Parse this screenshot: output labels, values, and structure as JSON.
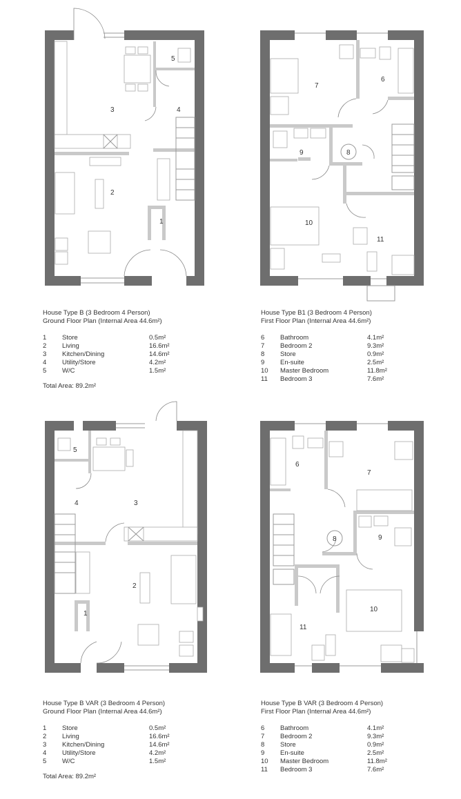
{
  "plans": [
    {
      "title": "House Type B (3 Bedroom 4 Person)",
      "subtitle": "Ground Floor Plan (Internal Area 44.6m²)",
      "rooms": [
        {
          "num": "1",
          "name": "Store",
          "area": "0.5m²"
        },
        {
          "num": "2",
          "name": "Living",
          "area": "16.6m²"
        },
        {
          "num": "3",
          "name": "Kitchen/Dining",
          "area": "14.6m²"
        },
        {
          "num": "4",
          "name": "Utility/Store",
          "area": "4.2m²"
        },
        {
          "num": "5",
          "name": "W/C",
          "area": "1.5m²"
        }
      ],
      "total": "Total Area: 89.2m²",
      "labels": [
        "1",
        "2",
        "3",
        "4",
        "5"
      ]
    },
    {
      "title": "House Type B1 (3 Bedroom 4 Person)",
      "subtitle": "First Floor Plan (Internal Area 44.6m²)",
      "rooms": [
        {
          "num": "6",
          "name": "Bathroom",
          "area": "4.1m²"
        },
        {
          "num": "7",
          "name": "Bedroom 2",
          "area": "9.3m²"
        },
        {
          "num": "8",
          "name": "Store",
          "area": "0.9m²"
        },
        {
          "num": "9",
          "name": "En-suite",
          "area": "2.5m²"
        },
        {
          "num": "10",
          "name": "Master Bedroom",
          "area": "11.8m²"
        },
        {
          "num": "11",
          "name": "Bedroom 3",
          "area": "7.6m²"
        }
      ],
      "labels": [
        "6",
        "7",
        "8",
        "9",
        "10",
        "11"
      ]
    },
    {
      "title": "House Type B VAR (3 Bedroom 4 Person)",
      "subtitle": "Ground Floor Plan (Internal Area 44.6m²)",
      "rooms": [
        {
          "num": "1",
          "name": "Store",
          "area": "0.5m²"
        },
        {
          "num": "2",
          "name": "Living",
          "area": "16.6m²"
        },
        {
          "num": "3",
          "name": "Kitchen/Dining",
          "area": "14.6m²"
        },
        {
          "num": "4",
          "name": "Utility/Store",
          "area": "4.2m²"
        },
        {
          "num": "5",
          "name": "W/C",
          "area": "1.5m²"
        }
      ],
      "total": "Total Area: 89.2m²",
      "labels": [
        "1",
        "2",
        "3",
        "4",
        "5"
      ]
    },
    {
      "title": "House Type B VAR (3 Bedroom 4 Person)",
      "subtitle": "First Floor Plan (Internal Area 44.6m²)",
      "rooms": [
        {
          "num": "6",
          "name": "Bathroom",
          "area": "4.1m²"
        },
        {
          "num": "7",
          "name": "Bedroom 2",
          "area": "9.3m²"
        },
        {
          "num": "8",
          "name": "Store",
          "area": "0.9m²"
        },
        {
          "num": "9",
          "name": "En-suite",
          "area": "2.5m²"
        },
        {
          "num": "10",
          "name": "Master Bedroom",
          "area": "11.8m²"
        },
        {
          "num": "11",
          "name": "Bedroom 3",
          "area": "7.6m²"
        }
      ],
      "labels": [
        "6",
        "7",
        "8",
        "9",
        "10",
        "11"
      ]
    }
  ]
}
